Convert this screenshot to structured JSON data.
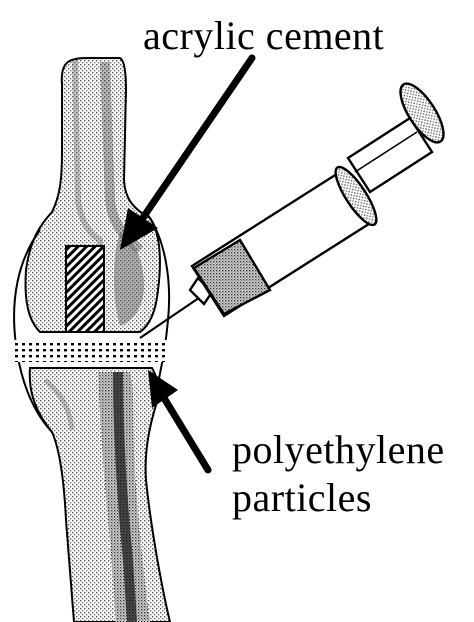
{
  "labels": {
    "cement": "acrylic cement",
    "particles_line1": "polyethylene",
    "particles_line2": "particles"
  },
  "colors": {
    "ink": "#000000",
    "paper": "#ffffff",
    "bone_shade": "#9a9a9a",
    "bone_dark": "#2a2a2a",
    "capsule_fill": "#dcdcdc",
    "stipple": "#bdbdbd"
  },
  "icons": {
    "syringe": "syringe-icon",
    "arrows": "arrow-icon"
  }
}
